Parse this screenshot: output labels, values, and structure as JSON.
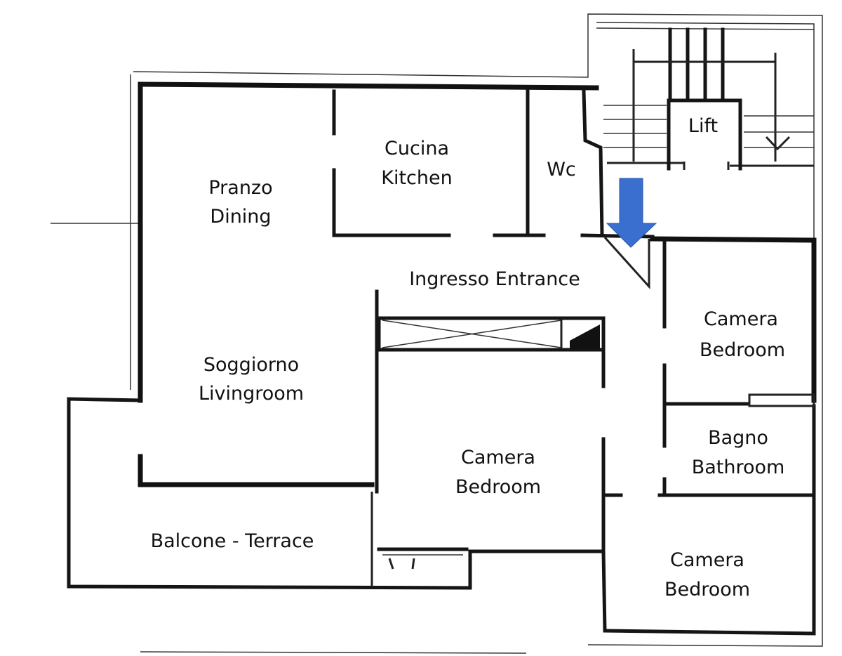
{
  "rooms": {
    "lift": "Lift",
    "kitchen_it": "Cucina",
    "kitchen_en": "Kitchen",
    "wc": "Wc",
    "dining_it": "Pranzo",
    "dining_en": "Dining",
    "entrance": "Ingresso Entrance",
    "bedroom1_it": "Camera",
    "bedroom1_en": "Bedroom",
    "living_it": "Soggiorno",
    "living_en": "Livingroom",
    "bathroom_it": "Bagno",
    "bathroom_en": "Bathroom",
    "bedroom2_it": "Camera",
    "bedroom2_en": "Bedroom",
    "terrace": "Balcone - Terrace",
    "bedroom3_it": "Camera",
    "bedroom3_en": "Bedroom"
  },
  "colors": {
    "walls": "#111111",
    "entrance_arrow": "#3b6fcf",
    "background": "#ffffff"
  },
  "icons": {
    "entrance_arrow": "arrow-down-icon"
  }
}
